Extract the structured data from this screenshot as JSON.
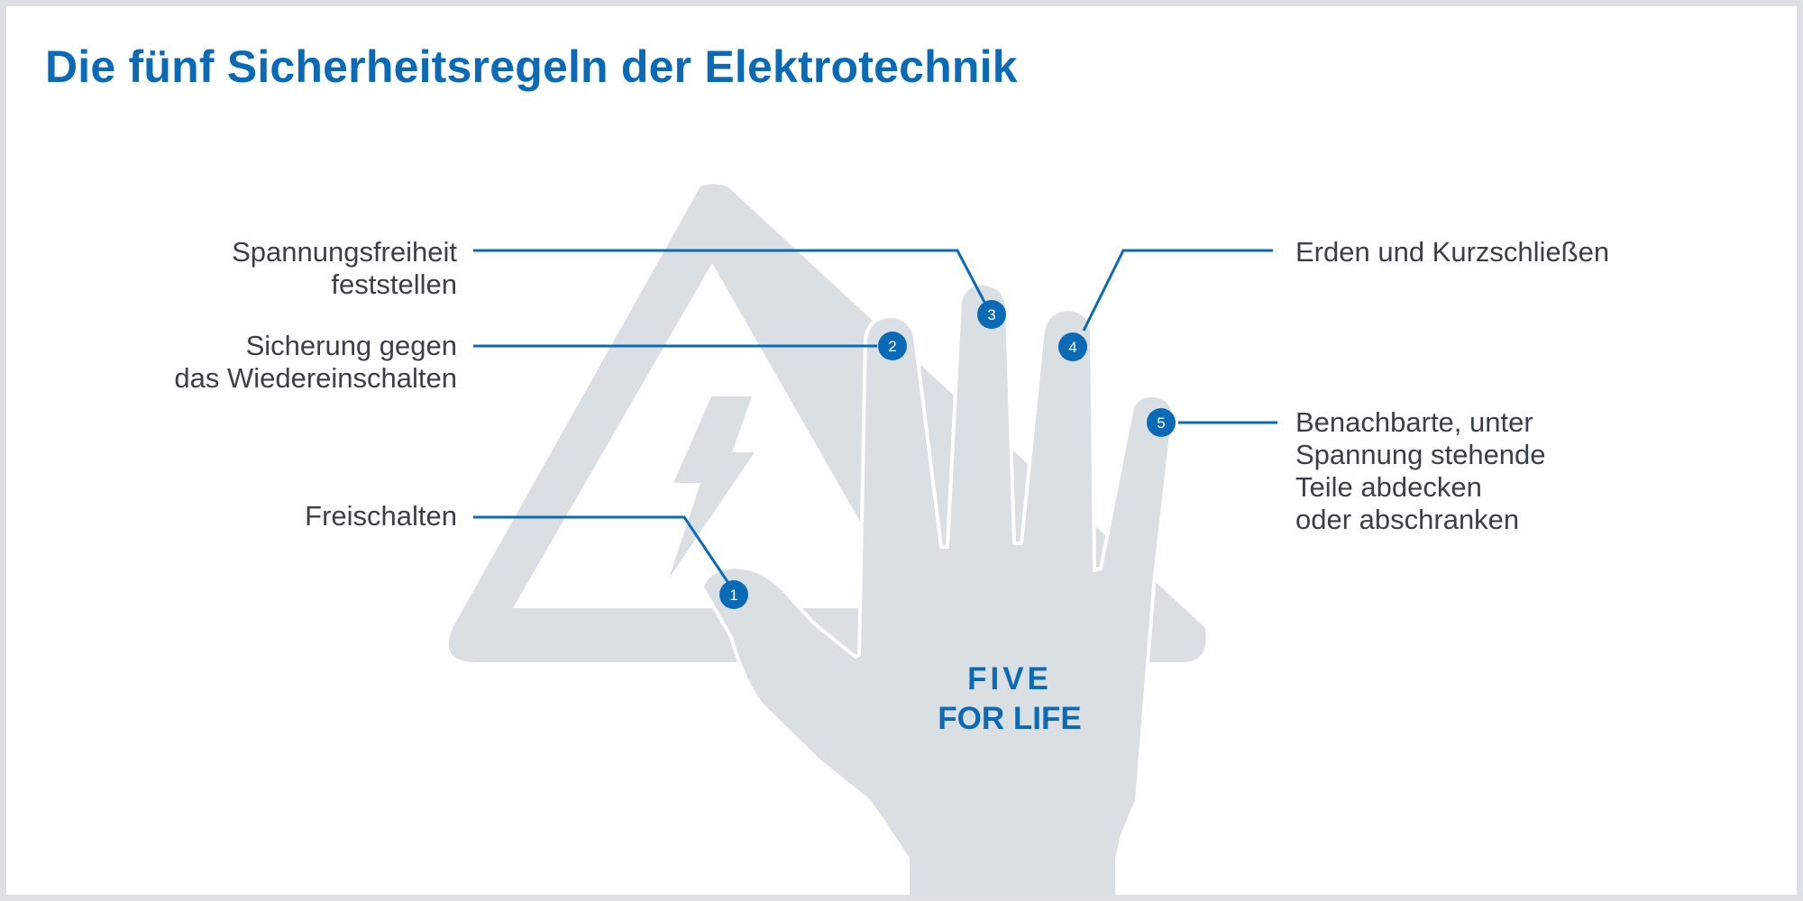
{
  "title": "Die fünf Sicherheitsregeln der Elektrotechnik",
  "slogan": {
    "line1": "FIVE",
    "line2": "FOR LIFE"
  },
  "rules": [
    {
      "number": "1",
      "text": "Freischalten"
    },
    {
      "number": "2",
      "text": "Sicherung gegen\ndas Wiedereinschalten"
    },
    {
      "number": "3",
      "text": "Spannungsfreiheit\nfeststellen"
    },
    {
      "number": "4",
      "text": "Erden und Kurzschließen"
    },
    {
      "number": "5",
      "text": "Benachbarte, unter\nSpannung stehende\nTeile abdecken\noder abschranken"
    }
  ],
  "colors": {
    "accent": "#0a6ab6",
    "shape": "#dadfe4",
    "text": "#3a3f48",
    "frame": "#dde1e5"
  },
  "icons": [
    "warning-triangle-icon",
    "lightning-bolt-icon",
    "hand-icon"
  ]
}
